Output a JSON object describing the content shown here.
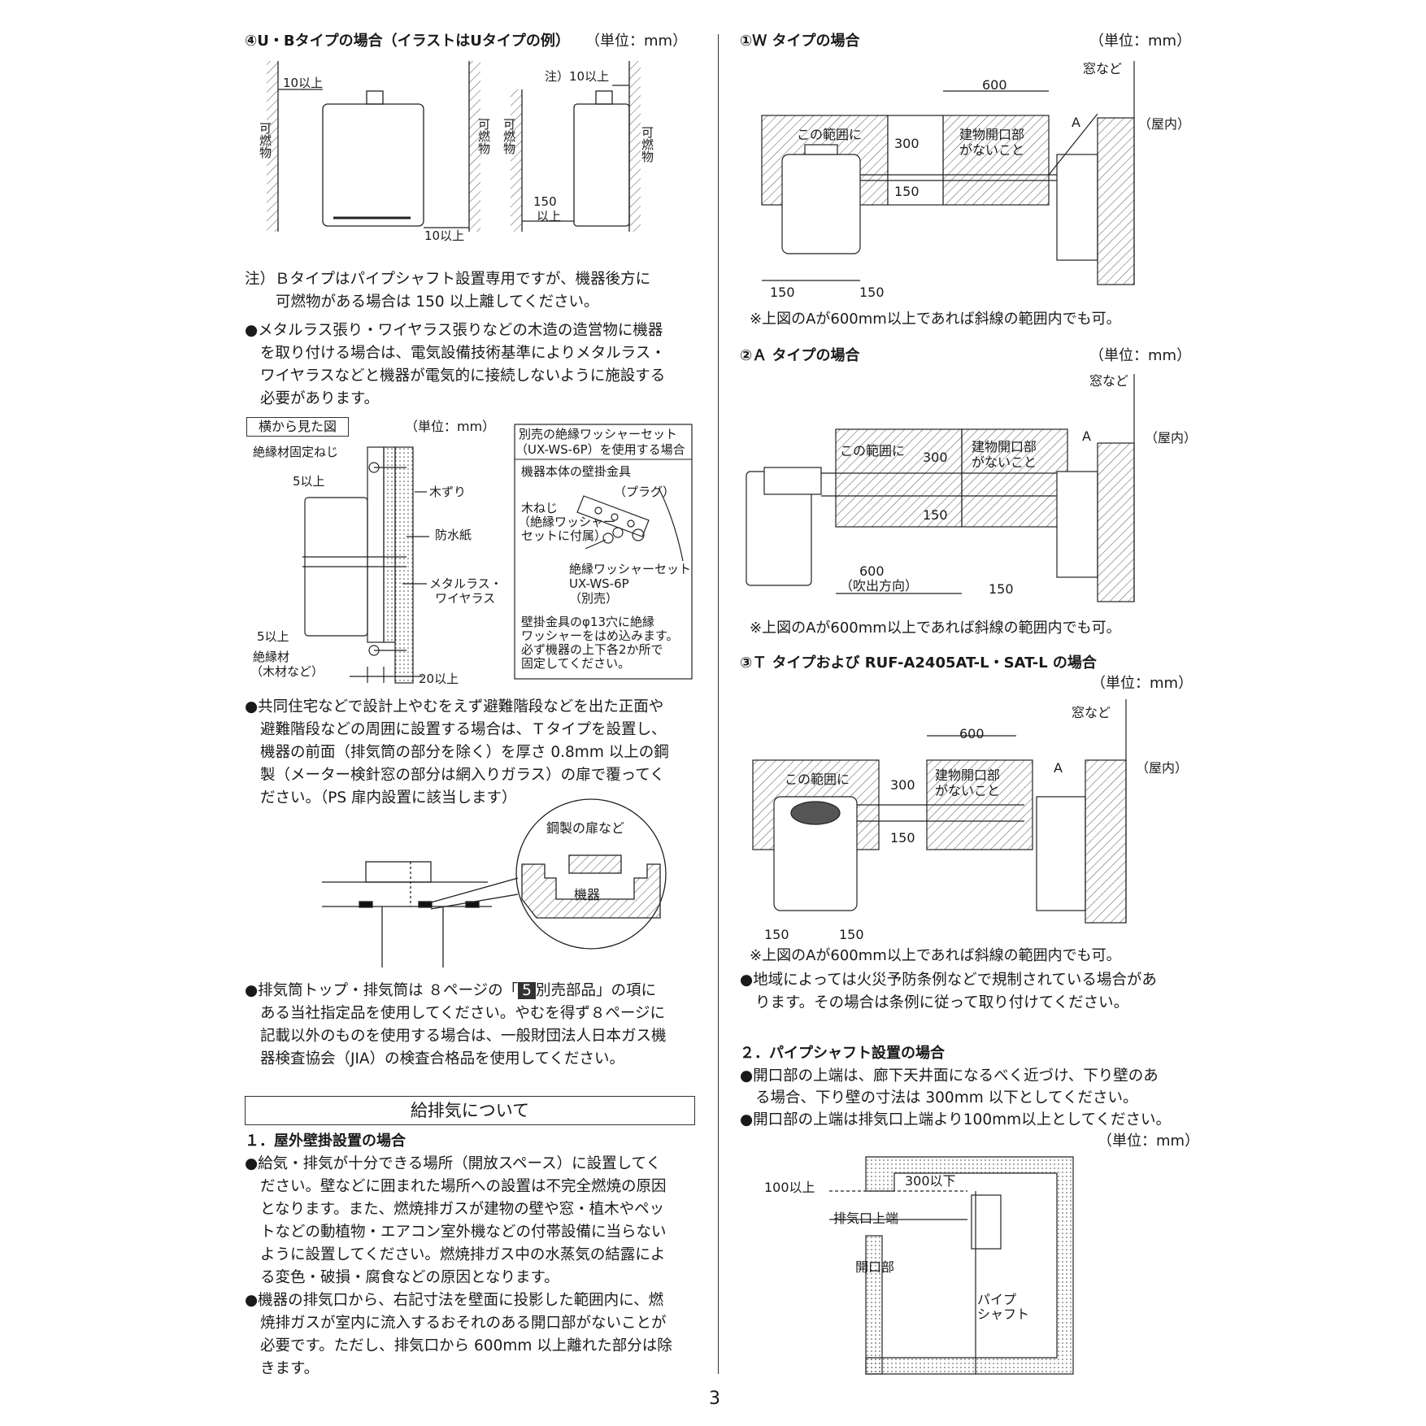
{
  "unit_label": "（単位：mm）",
  "left": {
    "ub_heading": "④U・Bタイプの場合（イラストはUタイプの例）",
    "ub_unit": "（単位：mm）",
    "ub_labels": {
      "ten1": "10以上",
      "ten2": "注）10以上",
      "ten3": "10以上",
      "kanen": "可燃物",
      "one50": "150",
      "ijou": "以上"
    },
    "ub_note": [
      "注）Ｂタイプはパイプシャフト設置専用ですが、機器後方に",
      "可燃物がある場合は 150 以上離してください。"
    ],
    "bullet1": [
      "メタルラス張り・ワイヤラス張りなどの木造の造営物に機器",
      "を取り付ける場合は、電気設備技術基準によりメタルラス・",
      "ワイヤラスなどと機器が電気的に接続しないように施設する",
      "必要があります。"
    ],
    "side_title": "横から見た図",
    "side_unit": "（単位：mm）",
    "side_labels": {
      "screw": "絶縁材固定ねじ",
      "five1": "5以上",
      "kizuri": "木ずり",
      "bousui": "防水紙",
      "metal1": "メタルラス・",
      "metal2": "ワイヤラス",
      "five2": "5以上",
      "zetsuen1": "絶縁材",
      "zetsuen2": "（木材など）",
      "twenty": "20以上"
    },
    "washer_box": {
      "title1": "別売の絶縁ワッシャーセット",
      "title2": "（UX-WS-6P）を使用する場合",
      "bracket": "機器本体の壁掛金具",
      "plug": "（プラグ）",
      "screw1": "木ねじ",
      "screw2": "（絶縁ワッシャー",
      "screw3": "セットに付属）",
      "set1": "絶縁ワッシャーセット",
      "set2": "UX-WS-6P",
      "set3": "（別売）",
      "note": [
        "壁掛金具のφ13穴に絶縁",
        "ワッシャーをはめ込みます。",
        "必ず機器の上下各2か所で",
        "固定してください。"
      ]
    },
    "bullet2": [
      "共同住宅などで設計上やむをえず避難階段などを出た正面や",
      "避難階段などの周囲に設置する場合は、Ｔタイプを設置し、",
      "機器の前面（排気筒の部分を除く）を厚さ 0.8mm 以上の鋼",
      "製（メーター検針窓の部分は網入りガラス）の扉で覆ってく",
      "ださい。（PS 扉内設置に該当します）"
    ],
    "door_labels": {
      "door": "鋼製の扉など",
      "kiki": "機器"
    },
    "bullet3": [
      "排気筒トップ・排気筒は ８ページの「",
      "5",
      "別売部品」の項に",
      "ある当社指定品を使用してください。やむを得ず８ページに",
      "記載以外のものを使用する場合は、一般財団法人日本ガス機",
      "器検査協会（JIA）の検査合格品を使用してください。"
    ],
    "section_title": "給排気について",
    "sub1_heading": "１．屋外壁掛設置の場合",
    "bullet4": [
      "給気・排気が十分できる場所（開放スペース）に設置してく",
      "ださい。壁などに囲まれた場所への設置は不完全燃焼の原因",
      "となります。また、燃焼排ガスが建物の壁や窓・植木やペッ",
      "トなどの動植物・エアコン室外機などの付帯設備に当らない",
      "ように設置してください。燃焼排ガス中の水蒸気の結露によ",
      "る変色・破損・腐食などの原因となります。"
    ],
    "bullet5": [
      "機器の排気口から、右記寸法を壁面に投影した範囲内に、燃",
      "焼排ガスが室内に流入するおそれのある開口部がないことが",
      "必要です。ただし、排気口から 600mm 以上離れた部分は除",
      "きます。"
    ]
  },
  "right": {
    "w_heading": "①Ｗ タイプの場合",
    "w_unit": "（単位：mm）",
    "a_heading": "②Ａ タイプの場合",
    "a_unit": "（単位：mm）",
    "t_heading": "③Ｔ タイプおよび RUF-A2405AT-L・SAT-L の場合",
    "t_unit": "（単位：mm）",
    "diagram_labels": {
      "window": "窓など",
      "indoor": "（屋内）",
      "range": "この範囲に",
      "opening1": "建物開口部",
      "opening2": "がないこと",
      "six00": "600",
      "three00": "300",
      "one50": "150",
      "a": "A",
      "blow": "（吹出方向）"
    },
    "footnote": "※上図のAが600mm以上であれば斜線の範囲内でも可。",
    "bullet6": [
      "地域によっては火災予防条例などで規制されている場合があ",
      "ります。その場合は条例に従って取り付けてください。"
    ],
    "sub2_heading": "２．パイプシャフト設置の場合",
    "bullet7": "開口部の上端は、廊下天井面になるべく近づけ、下り壁のあ",
    "bullet7b": "る場合、下り壁の寸法は 300mm 以下としてください。",
    "bullet8": "開口部の上端は排気口上端より100mm以上としてください。",
    "ps_unit": "（単位：mm）",
    "ps_labels": {
      "hundred": "100以上",
      "three00": "300以下",
      "exhaust": "排気口上端",
      "kaikou": "開口部",
      "pipe1": "パイプ",
      "pipe2": "シャフト"
    }
  },
  "page_number": "3"
}
